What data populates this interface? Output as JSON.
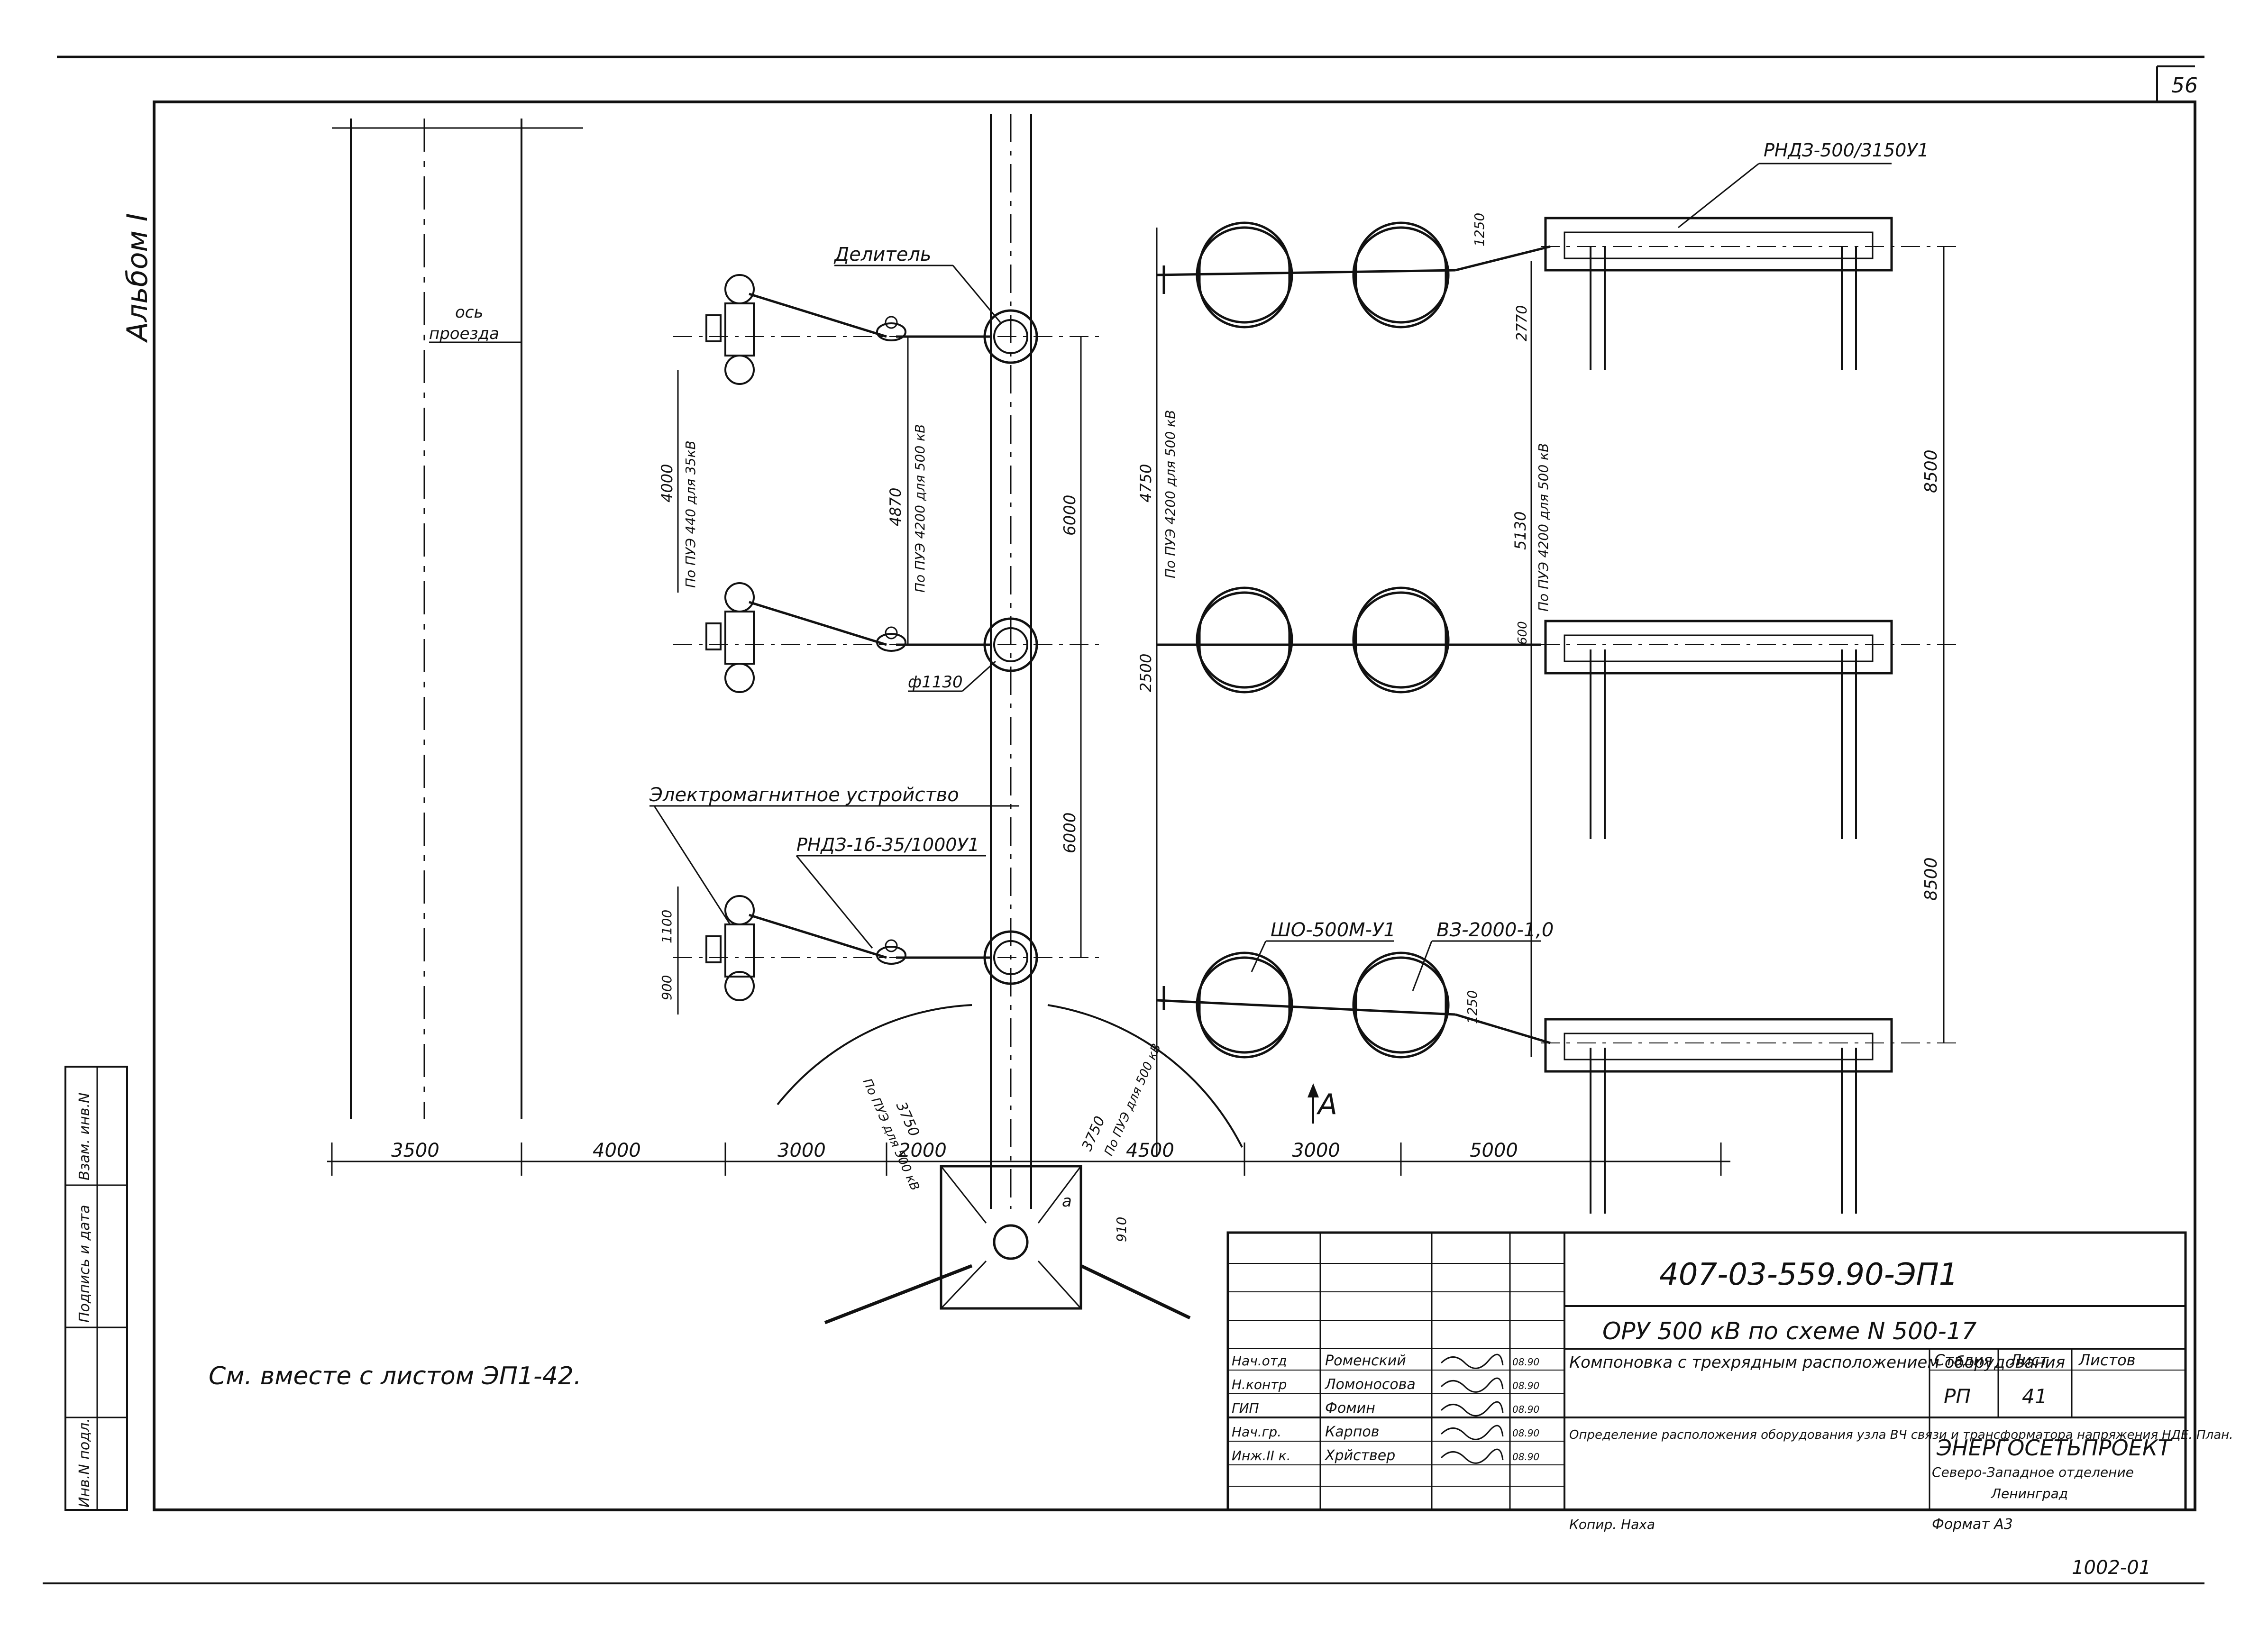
{
  "sheet": {
    "page_number": "56",
    "album": "Альбом I",
    "bottom_code": "1002-01",
    "see_also": "См. вместе с листом ЭП1-42."
  },
  "side_stamp": {
    "inv_podl": "Инв.N подл.",
    "podpis_data": "Подпись и дата",
    "vzam_inv": "Взам. инв.N"
  },
  "labels": {
    "os_proezda_1": "ось",
    "os_proezda_2": "проезда",
    "delitel": "Делитель",
    "em_device": "Электромагнитное устройство",
    "rndz_small": "РНДЗ-1б-35/1000У1",
    "rndz_large": "РНДЗ-500/3150У1",
    "sho": "ШО-500М-У1",
    "vz": "ВЗ-2000-1,0",
    "phi": "ф1130",
    "view_a": "А",
    "corner_a": "а"
  },
  "dims": {
    "d3500": "3500",
    "d4000": "4000",
    "d3000a": "3000",
    "d2000": "2000",
    "d4500": "4500",
    "d3000b": "3000",
    "d5000": "5000",
    "d6000a": "6000",
    "d6000b": "6000",
    "d4870": "4870",
    "d4870_note": "По ПУЭ 4200 для 500 кВ",
    "d4000v": "4000",
    "d4000v_note": "По ПУЭ 440 для 35кВ",
    "d1100": "1100",
    "d900": "900",
    "d910": "910",
    "d4750": "4750",
    "d4750_note": "По ПУЭ 4200 для 500 кВ",
    "d2500": "2500",
    "d1250a": "1250",
    "d2770": "2770",
    "d5130": "5130",
    "d5130_note": "По ПУЭ 4200 для 500 кВ",
    "d600": "600",
    "d8500a": "8500",
    "d8500b": "8500",
    "d1250b": "1250",
    "arc_left": "3750",
    "arc_left_note": "По ПУЭ для 500 кВ",
    "arc_right": "3750",
    "arc_right_note": "По ПУЭ для 500 кВ"
  },
  "title_block": {
    "doc_code": "407-03-559.90-ЭП1",
    "project": "ОРУ 500 кВ по схеме N 500-17",
    "sheet_title": "Компоновка с трехрядным расположением оборудования",
    "drawing_title": "Определение расположения оборудования узла ВЧ связи и трансформатора напряжения НДЕ. План.",
    "stage_hdr": "Стадия",
    "list_hdr": "Лист",
    "lists_hdr": "Листов",
    "stage": "РП",
    "list": "41",
    "org": "ЭНЕРГОСЕТЬПРОЕКТ",
    "org_sub1": "Северо-Западное отделение",
    "org_sub2": "Ленинград",
    "kopir": "Копир. Наха",
    "format": "Формат А3",
    "rows": [
      {
        "role": "Нач.отд",
        "name": "Роменский",
        "date": "08.90"
      },
      {
        "role": "Н.контр",
        "name": "Ломоносова",
        "date": "08.90"
      },
      {
        "role": "ГИП",
        "name": "Фомин",
        "date": "08.90"
      },
      {
        "role": "Нач.гр.",
        "name": "Карпов",
        "date": "08.90"
      },
      {
        "role": "Инж.II к.",
        "name": "Хрйствер",
        "date": "08.90"
      }
    ]
  }
}
